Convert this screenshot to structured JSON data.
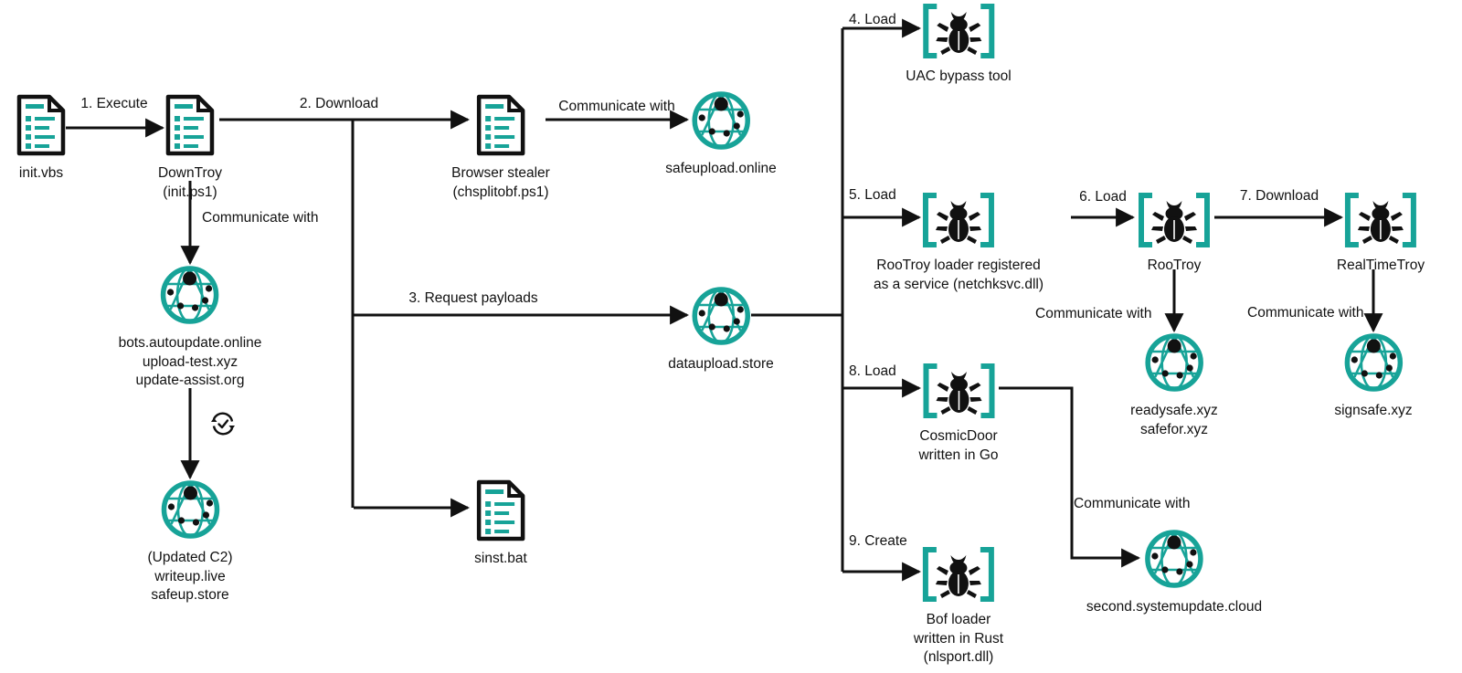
{
  "theme": {
    "teal": "#17A398",
    "ink": "#111111",
    "background": "#ffffff"
  },
  "diagram": {
    "type": "infection-chain-flow",
    "nodes": [
      {
        "id": "init-vbs",
        "icon": "document-icon",
        "label": "init.vbs"
      },
      {
        "id": "downtroy",
        "icon": "document-icon",
        "label": "DownTroy\n(init.ps1)"
      },
      {
        "id": "browser-stealer",
        "icon": "document-icon",
        "label": "Browser stealer\n(chsplitobf.ps1)"
      },
      {
        "id": "safeupload-online",
        "icon": "network-icon",
        "label": "safeupload.online"
      },
      {
        "id": "bots-autoupdate",
        "icon": "network-icon",
        "label": "bots.autoupdate.online\nupload-test.xyz\nupdate-assist.org"
      },
      {
        "id": "updated-c2",
        "icon": "network-icon",
        "label": "(Updated C2)\nwriteup.live\nsafeup.store"
      },
      {
        "id": "sinst-bat",
        "icon": "document-icon",
        "label": "sinst.bat"
      },
      {
        "id": "dataupload-store",
        "icon": "network-icon",
        "label": "dataupload.store"
      },
      {
        "id": "uac-bypass-tool",
        "icon": "malware-icon",
        "label": "UAC bypass tool"
      },
      {
        "id": "rootroy-loader",
        "icon": "malware-icon",
        "label": "RooTroy loader registered\nas a service (netchksvc.dll)"
      },
      {
        "id": "rootroy",
        "icon": "malware-icon",
        "label": "RooTroy"
      },
      {
        "id": "realtimetroy",
        "icon": "malware-icon",
        "label": "RealTimeTroy"
      },
      {
        "id": "readysafe-xyz",
        "icon": "network-icon",
        "label": "readysafe.xyz\nsafefor.xyz"
      },
      {
        "id": "signsafe-xyz",
        "icon": "network-icon",
        "label": "signsafe.xyz"
      },
      {
        "id": "cosmicdoor",
        "icon": "malware-icon",
        "label": "CosmicDoor\nwritten in Go"
      },
      {
        "id": "bof-loader",
        "icon": "malware-icon",
        "label": "Bof loader\nwritten in Rust\n(nlsport.dll)"
      },
      {
        "id": "second-systemupdate",
        "icon": "network-icon",
        "label": "second.systemupdate.cloud"
      },
      {
        "id": "update-marker",
        "icon": "refresh-check-icon",
        "label": ""
      }
    ],
    "edges": [
      {
        "id": "e1",
        "from": "init-vbs",
        "to": "downtroy",
        "label": "1. Execute"
      },
      {
        "id": "e2",
        "from": "downtroy",
        "to": "browser-stealer",
        "label": "2. Download"
      },
      {
        "id": "e3",
        "from": "browser-stealer",
        "to": "safeupload-online",
        "label": "Communicate with"
      },
      {
        "id": "e4",
        "from": "downtroy",
        "to": "bots-autoupdate",
        "label": "Communicate with"
      },
      {
        "id": "e5",
        "from": "bots-autoupdate",
        "to": "updated-c2",
        "label": ""
      },
      {
        "id": "e6",
        "from": "downtroy",
        "to": "sinst-bat",
        "label": ""
      },
      {
        "id": "e7",
        "from": "downtroy",
        "to": "dataupload-store",
        "label": "3. Request payloads"
      },
      {
        "id": "e8",
        "from": "dataupload-store",
        "to": "uac-bypass-tool",
        "label": "4. Load"
      },
      {
        "id": "e9",
        "from": "dataupload-store",
        "to": "rootroy-loader",
        "label": "5. Load"
      },
      {
        "id": "e10",
        "from": "rootroy-loader",
        "to": "rootroy",
        "label": "6. Load"
      },
      {
        "id": "e11",
        "from": "rootroy",
        "to": "realtimetroy",
        "label": "7. Download"
      },
      {
        "id": "e12",
        "from": "rootroy",
        "to": "readysafe-xyz",
        "label": "Communicate with"
      },
      {
        "id": "e13",
        "from": "realtimetroy",
        "to": "signsafe-xyz",
        "label": "Communicate with"
      },
      {
        "id": "e14",
        "from": "dataupload-store",
        "to": "cosmicdoor",
        "label": "8. Load"
      },
      {
        "id": "e15",
        "from": "dataupload-store",
        "to": "bof-loader",
        "label": "9. Create"
      },
      {
        "id": "e16",
        "from": "cosmicdoor",
        "to": "second-systemupdate",
        "label": "Communicate with"
      }
    ]
  },
  "labels": {
    "init_vbs": "init.vbs",
    "downtroy": "DownTroy\n(init.ps1)",
    "browser_stealer": "Browser stealer\n(chsplitobf.ps1)",
    "safeupload_online": "safeupload.online",
    "bots_autoupdate": "bots.autoupdate.online\nupload-test.xyz\nupdate-assist.org",
    "updated_c2": "(Updated C2)\nwriteup.live\nsafeup.store",
    "sinst_bat": "sinst.bat",
    "dataupload_store": "dataupload.store",
    "uac_bypass_tool": "UAC bypass tool",
    "rootroy_loader": "RooTroy loader registered\nas a service (netchksvc.dll)",
    "rootroy": "RooTroy",
    "realtimetroy": "RealTimeTroy",
    "readysafe_xyz": "readysafe.xyz\nsafefor.xyz",
    "signsafe_xyz": "signsafe.xyz",
    "cosmicdoor": "CosmicDoor\nwritten in Go",
    "bof_loader": "Bof loader\nwritten in Rust\n(nlsport.dll)",
    "second_systemupdate": "second.systemupdate.cloud"
  },
  "edge_labels": {
    "step1_execute": "1. Execute",
    "step2_download": "2. Download",
    "comm_stealer": "Communicate with",
    "comm_downtroy": "Communicate with",
    "step3_request": "3. Request payloads",
    "step4_load": "4. Load",
    "step5_load": "5. Load",
    "step6_load": "6. Load",
    "step7_download": "7. Download",
    "comm_rootroy": "Communicate with",
    "comm_realtimetroy": "Communicate with",
    "step8_load": "8. Load",
    "step9_create": "9. Create",
    "comm_cosmicdoor": "Communicate with"
  }
}
